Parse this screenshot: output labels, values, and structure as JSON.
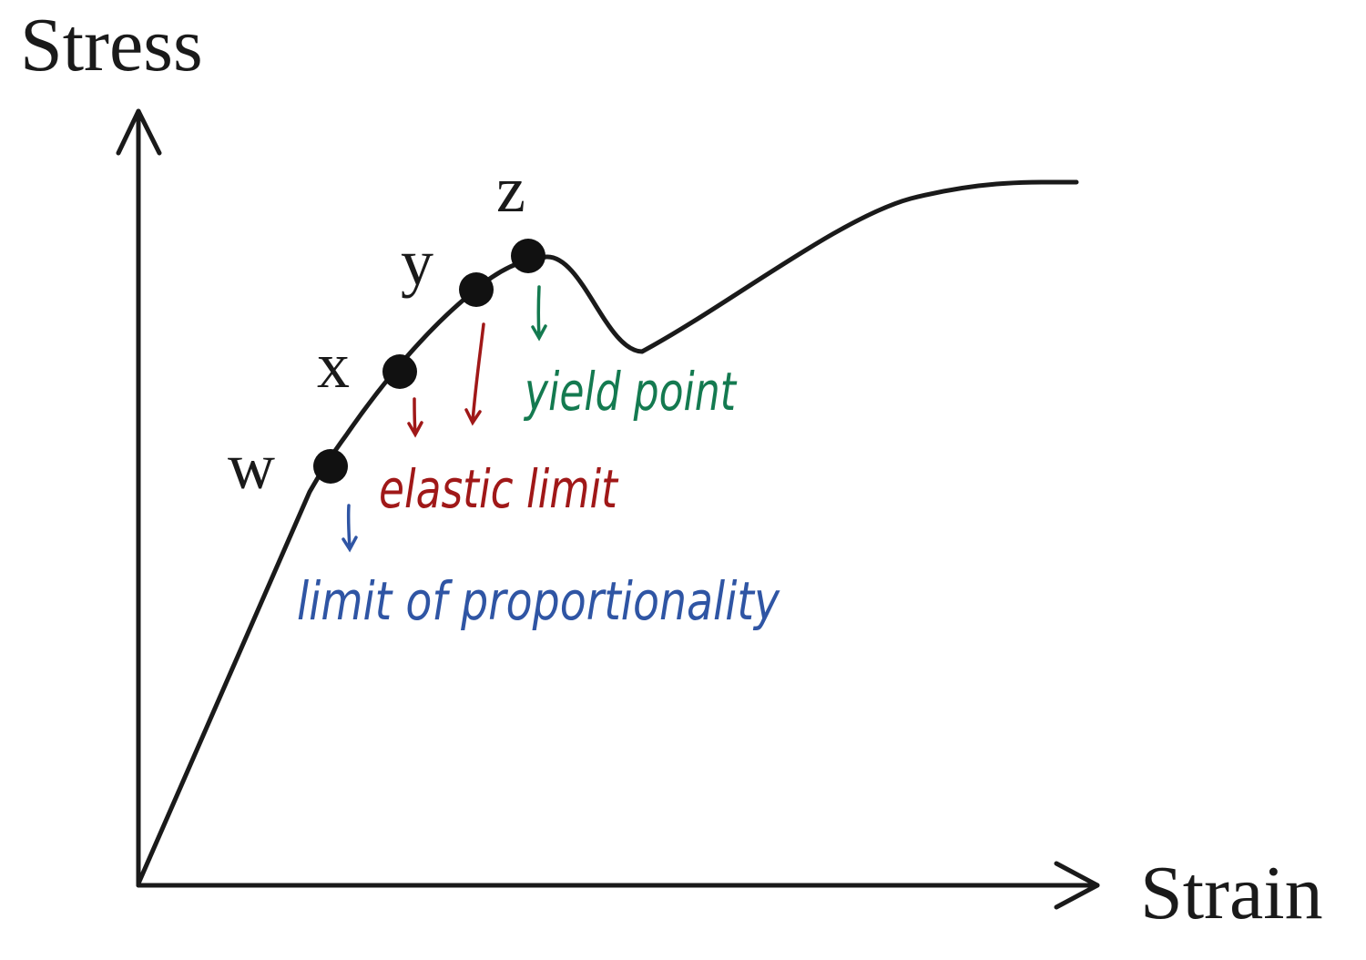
{
  "axes": {
    "y_label": "Stress",
    "x_label": "Strain"
  },
  "points": {
    "w": "w",
    "x": "x",
    "y": "y",
    "z": "z"
  },
  "annotations": {
    "limit_of_proportionality": "limit of proportionality",
    "elastic_limit": "elastic limit",
    "yield_point": "yield point"
  },
  "colors": {
    "curve": "#1a1a1a",
    "proportionality": "#2f55a4",
    "elastic": "#a01818",
    "yield": "#147a50"
  }
}
